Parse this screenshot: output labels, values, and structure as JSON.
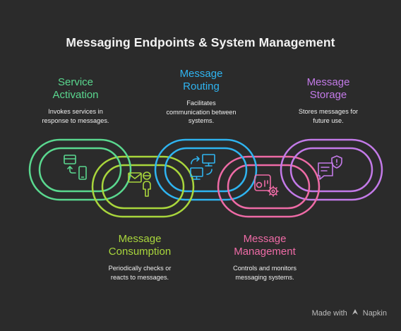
{
  "title": "Messaging Endpoints & System Management",
  "colors": {
    "background": "#2b2b2b",
    "service_activation": "#5ad88f",
    "message_consumption": "#a9d63c",
    "message_routing": "#2fb4f0",
    "message_management": "#ee6ba6",
    "message_storage": "#c37ae8"
  },
  "steps": {
    "service_activation": {
      "title": "Service\nActivation",
      "desc": "Invokes services in\nresponse to messages.",
      "icon": "card-phone-icon"
    },
    "message_consumption": {
      "title": "Message\nConsumption",
      "desc": "Periodically checks or\nreacts to messages.",
      "icon": "mail-person-icon"
    },
    "message_routing": {
      "title": "Message\nRouting",
      "desc": "Facilitates\ncommunication between\nsystems.",
      "icon": "monitors-exchange-icon"
    },
    "message_management": {
      "title": "Message\nManagement",
      "desc": "Controls and monitors\nmessaging systems.",
      "icon": "dashboard-gear-icon"
    },
    "message_storage": {
      "title": "Message\nStorage",
      "desc": "Stores messages for\nfuture use.",
      "icon": "chat-alert-icon"
    }
  },
  "branding": {
    "made_with": "Made with",
    "name": "Napkin"
  }
}
